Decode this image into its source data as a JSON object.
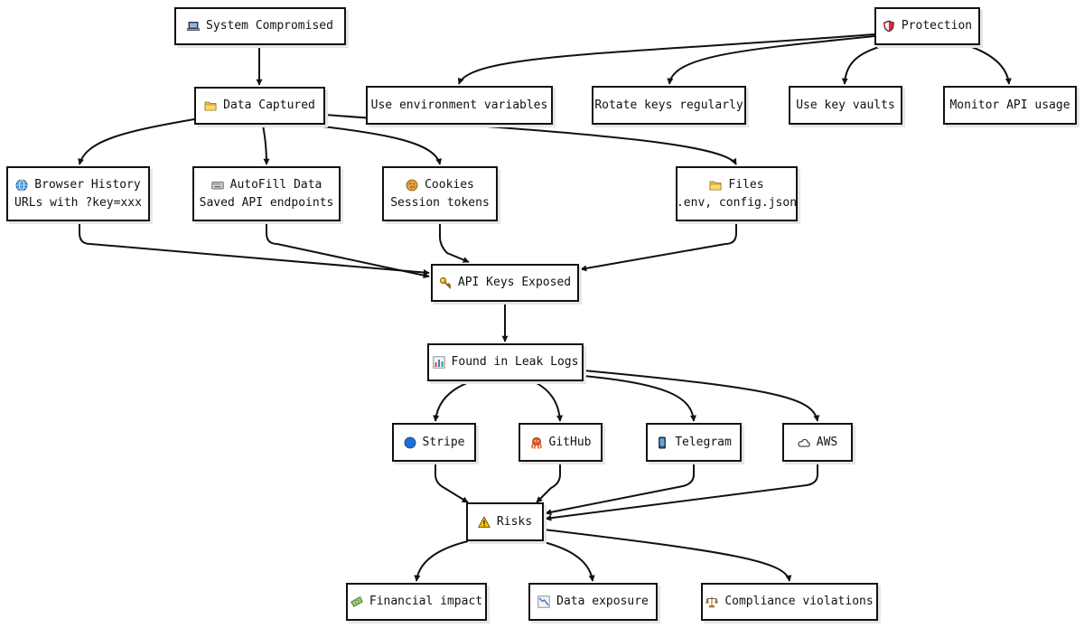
{
  "nodes": {
    "system_compromised": {
      "icon": "laptop-icon",
      "label": "System Compromised"
    },
    "protection": {
      "icon": "shield-icon",
      "label": "Protection"
    },
    "data_captured": {
      "icon": "folder-icon",
      "label": "Data Captured"
    },
    "env_vars": {
      "label": "Use environment variables"
    },
    "rotate_keys": {
      "label": "Rotate keys regularly"
    },
    "key_vaults": {
      "label": "Use key vaults"
    },
    "monitor_api": {
      "label": "Monitor API usage"
    },
    "browser_history": {
      "icon": "globe-icon",
      "label": "Browser History",
      "sub": "URLs with ?key=xxx"
    },
    "autofill": {
      "icon": "keyboard-icon",
      "label": "AutoFill Data",
      "sub": "Saved API endpoints"
    },
    "cookies": {
      "icon": "cookie-icon",
      "label": "Cookies",
      "sub": "Session tokens"
    },
    "files": {
      "icon": "folder-icon",
      "label": "Files",
      "sub": ".env, config.json"
    },
    "api_keys": {
      "icon": "key-icon",
      "label": "API Keys Exposed"
    },
    "leak_logs": {
      "icon": "bar-chart-icon",
      "label": "Found in Leak Logs"
    },
    "stripe": {
      "icon": "blue-circle-icon",
      "label": "Stripe"
    },
    "github": {
      "icon": "octopus-icon",
      "label": "GitHub"
    },
    "telegram": {
      "icon": "mobile-phone-icon",
      "label": "Telegram"
    },
    "aws": {
      "icon": "cloud-icon",
      "label": "AWS"
    },
    "risks": {
      "icon": "warning-icon",
      "label": "Risks"
    },
    "financial": {
      "icon": "money-icon",
      "label": "Financial impact"
    },
    "data_exposure": {
      "icon": "chart-down-icon",
      "label": "Data exposure"
    },
    "compliance": {
      "icon": "scales-icon",
      "label": "Compliance violations"
    }
  },
  "edges": [
    {
      "from": "system_compromised",
      "to": "data_captured"
    },
    {
      "from": "protection",
      "to": "env_vars"
    },
    {
      "from": "protection",
      "to": "rotate_keys"
    },
    {
      "from": "protection",
      "to": "key_vaults"
    },
    {
      "from": "protection",
      "to": "monitor_api"
    },
    {
      "from": "data_captured",
      "to": "browser_history"
    },
    {
      "from": "data_captured",
      "to": "autofill"
    },
    {
      "from": "data_captured",
      "to": "cookies"
    },
    {
      "from": "data_captured",
      "to": "files"
    },
    {
      "from": "browser_history",
      "to": "api_keys"
    },
    {
      "from": "autofill",
      "to": "api_keys"
    },
    {
      "from": "cookies",
      "to": "api_keys"
    },
    {
      "from": "files",
      "to": "api_keys"
    },
    {
      "from": "api_keys",
      "to": "leak_logs"
    },
    {
      "from": "leak_logs",
      "to": "stripe"
    },
    {
      "from": "leak_logs",
      "to": "github"
    },
    {
      "from": "leak_logs",
      "to": "telegram"
    },
    {
      "from": "leak_logs",
      "to": "aws"
    },
    {
      "from": "stripe",
      "to": "risks"
    },
    {
      "from": "github",
      "to": "risks"
    },
    {
      "from": "telegram",
      "to": "risks"
    },
    {
      "from": "aws",
      "to": "risks"
    },
    {
      "from": "risks",
      "to": "financial"
    },
    {
      "from": "risks",
      "to": "data_exposure"
    },
    {
      "from": "risks",
      "to": "compliance"
    }
  ]
}
